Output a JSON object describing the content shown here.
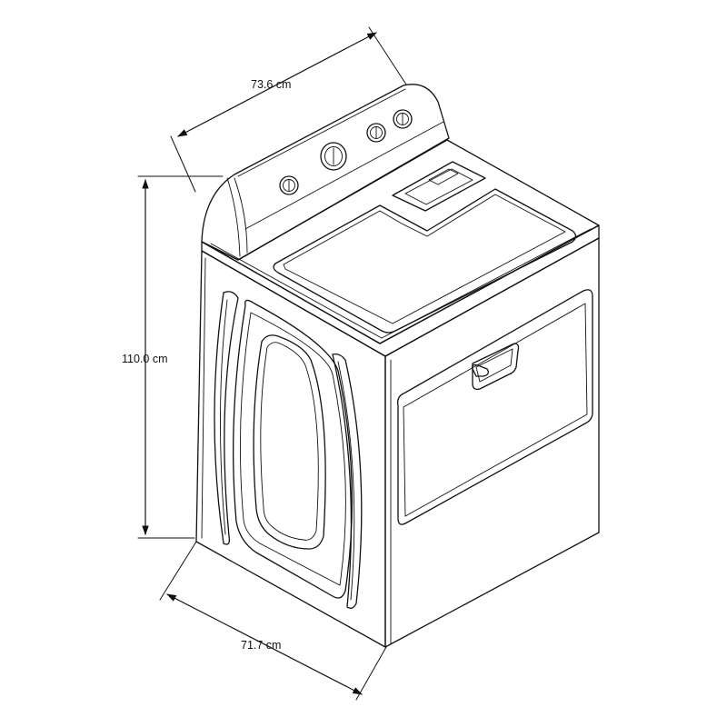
{
  "dimensions": {
    "depth_label": "73.6 cm",
    "height_label": "110.0 cm",
    "width_label": "71.7 cm"
  },
  "colors": {
    "line": "#111111",
    "background": "#ffffff"
  },
  "appliance": {
    "type_icon": "top-load-dryer-drawing",
    "control_knob_count": 4
  }
}
